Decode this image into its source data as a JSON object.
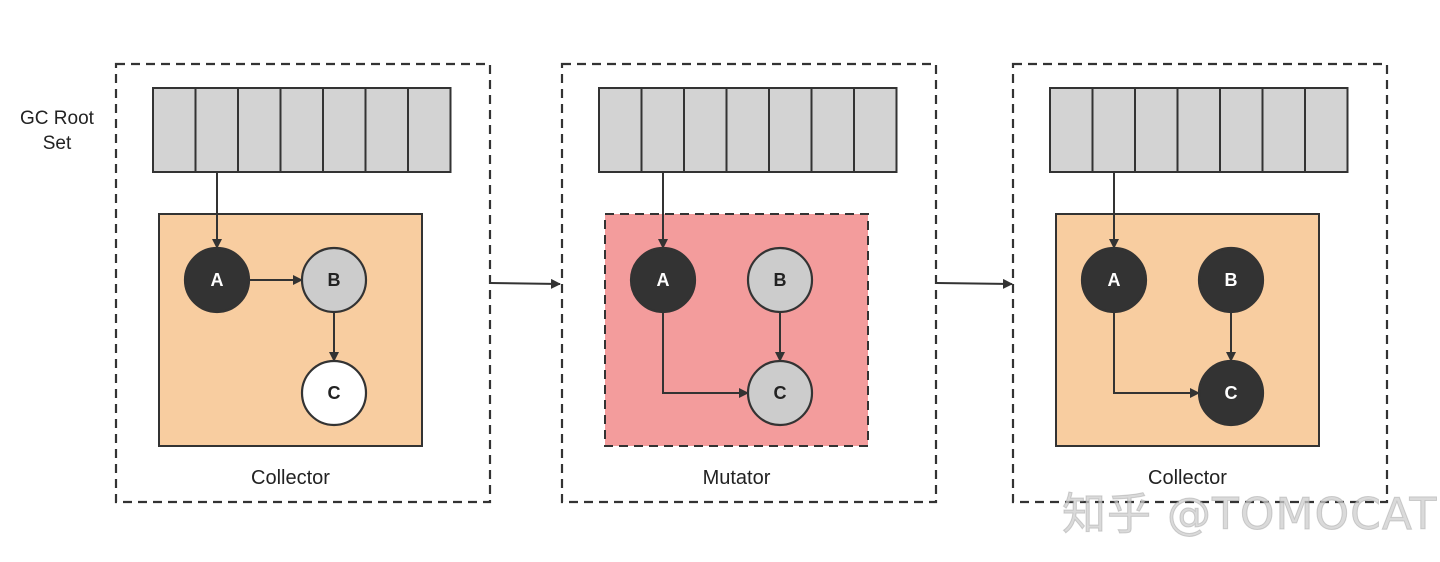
{
  "root_label": "GC Root\nSet",
  "panels": [
    {
      "caption": "Collector",
      "heap_fill": "#f8cda0",
      "heap_dashed": false,
      "nodes": [
        {
          "id": "A",
          "label": "A",
          "state": "black"
        },
        {
          "id": "B",
          "label": "B",
          "state": "gray"
        },
        {
          "id": "C",
          "label": "C",
          "state": "white"
        }
      ],
      "edges": [
        [
          "root",
          "A"
        ],
        [
          "A",
          "B"
        ],
        [
          "B",
          "C"
        ]
      ]
    },
    {
      "caption": "Mutator",
      "heap_fill": "#f39c9c",
      "heap_dashed": true,
      "nodes": [
        {
          "id": "A",
          "label": "A",
          "state": "black"
        },
        {
          "id": "B",
          "label": "B",
          "state": "gray"
        },
        {
          "id": "C",
          "label": "C",
          "state": "gray"
        }
      ],
      "edges": [
        [
          "root",
          "A"
        ],
        [
          "A",
          "C"
        ],
        [
          "B",
          "C"
        ]
      ]
    },
    {
      "caption": "Collector",
      "heap_fill": "#f8cda0",
      "heap_dashed": false,
      "nodes": [
        {
          "id": "A",
          "label": "A",
          "state": "black"
        },
        {
          "id": "B",
          "label": "B",
          "state": "black"
        },
        {
          "id": "C",
          "label": "C",
          "state": "black"
        }
      ],
      "edges": [
        [
          "root",
          "A"
        ],
        [
          "A",
          "C"
        ],
        [
          "B",
          "C"
        ]
      ]
    }
  ],
  "transitions": 2,
  "colors": {
    "black_node": "#333333",
    "gray_node": "#cccccc",
    "white_node": "#ffffff",
    "root_cell": "#d3d3d3",
    "stroke": "#333333"
  },
  "watermark": "知乎 @TOMOCAT"
}
